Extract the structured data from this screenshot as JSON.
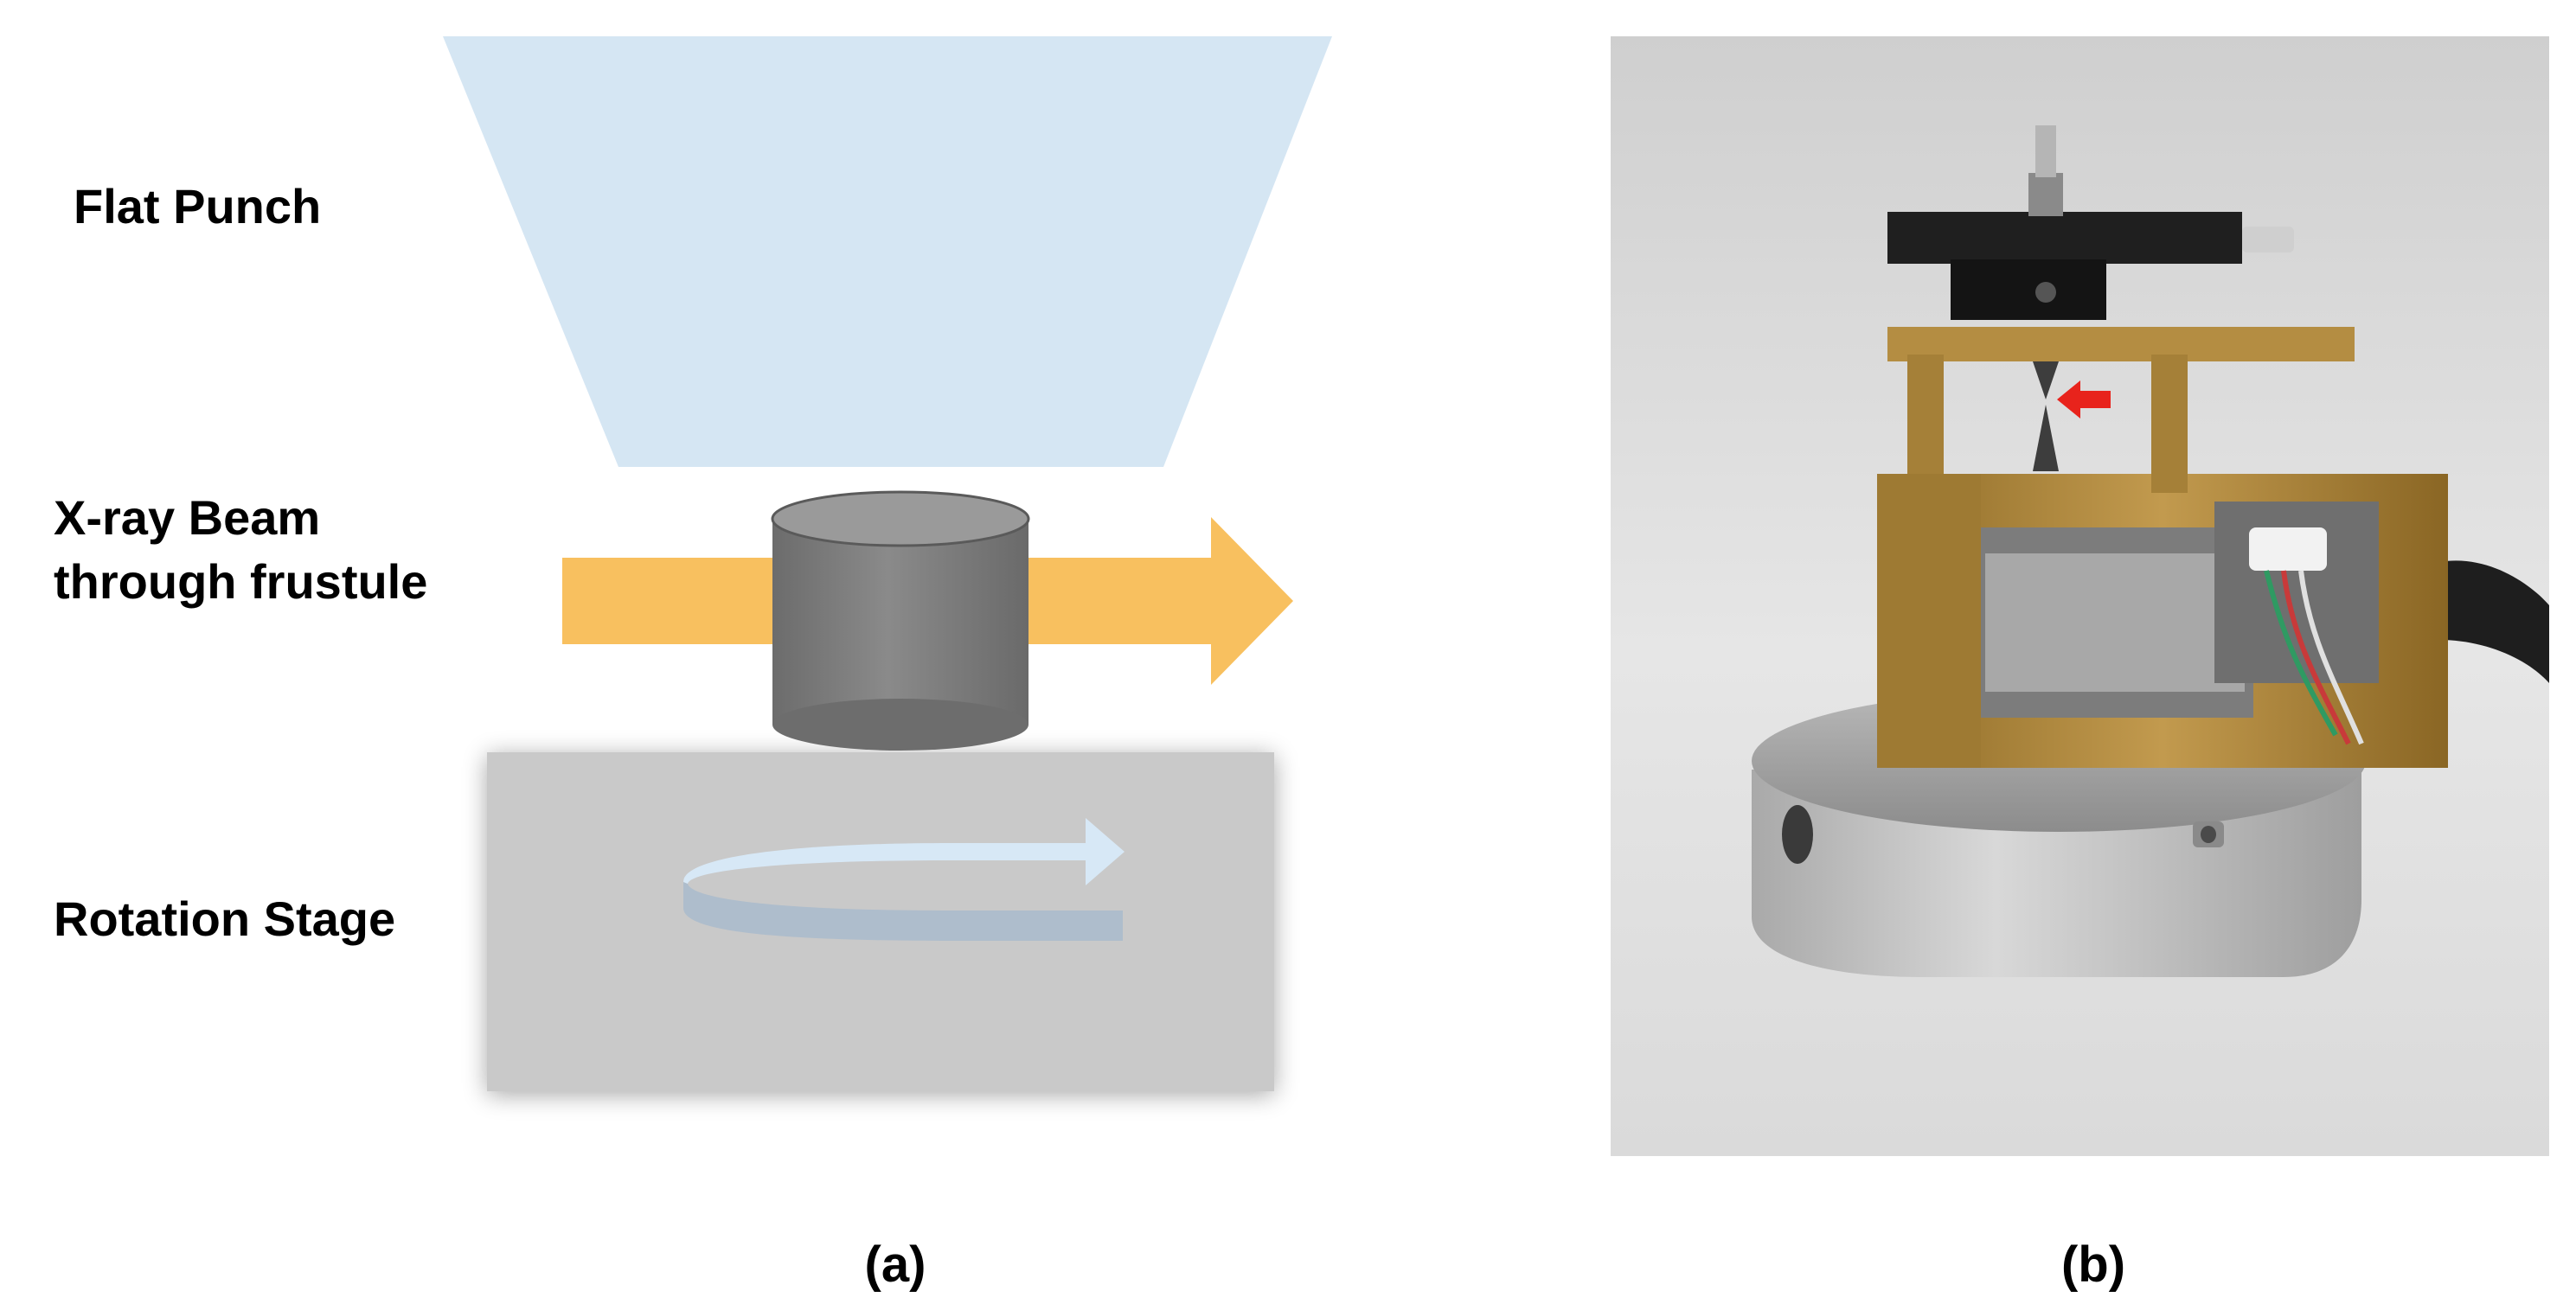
{
  "diagram": {
    "labels": {
      "flat_punch": "Flat Punch",
      "xray_line1": "X-ray Beam",
      "xray_line2": "through frustule",
      "rotation_stage": "Rotation Stage"
    },
    "captions": {
      "a": "(a)",
      "b": "(b)"
    },
    "colors": {
      "punch": "#d5e6f3",
      "beam": "#f8c05f",
      "sample_side": "#7a7a7a",
      "sample_top": "#9a9a9a",
      "stage": "#c9c9c9",
      "rotation_arrow": "#d7e8f6",
      "photo_background": "#e1e1e1",
      "brass": "#b08a3e",
      "steel": "#c4c4c4",
      "pointer_arrow": "#e8231c"
    }
  }
}
